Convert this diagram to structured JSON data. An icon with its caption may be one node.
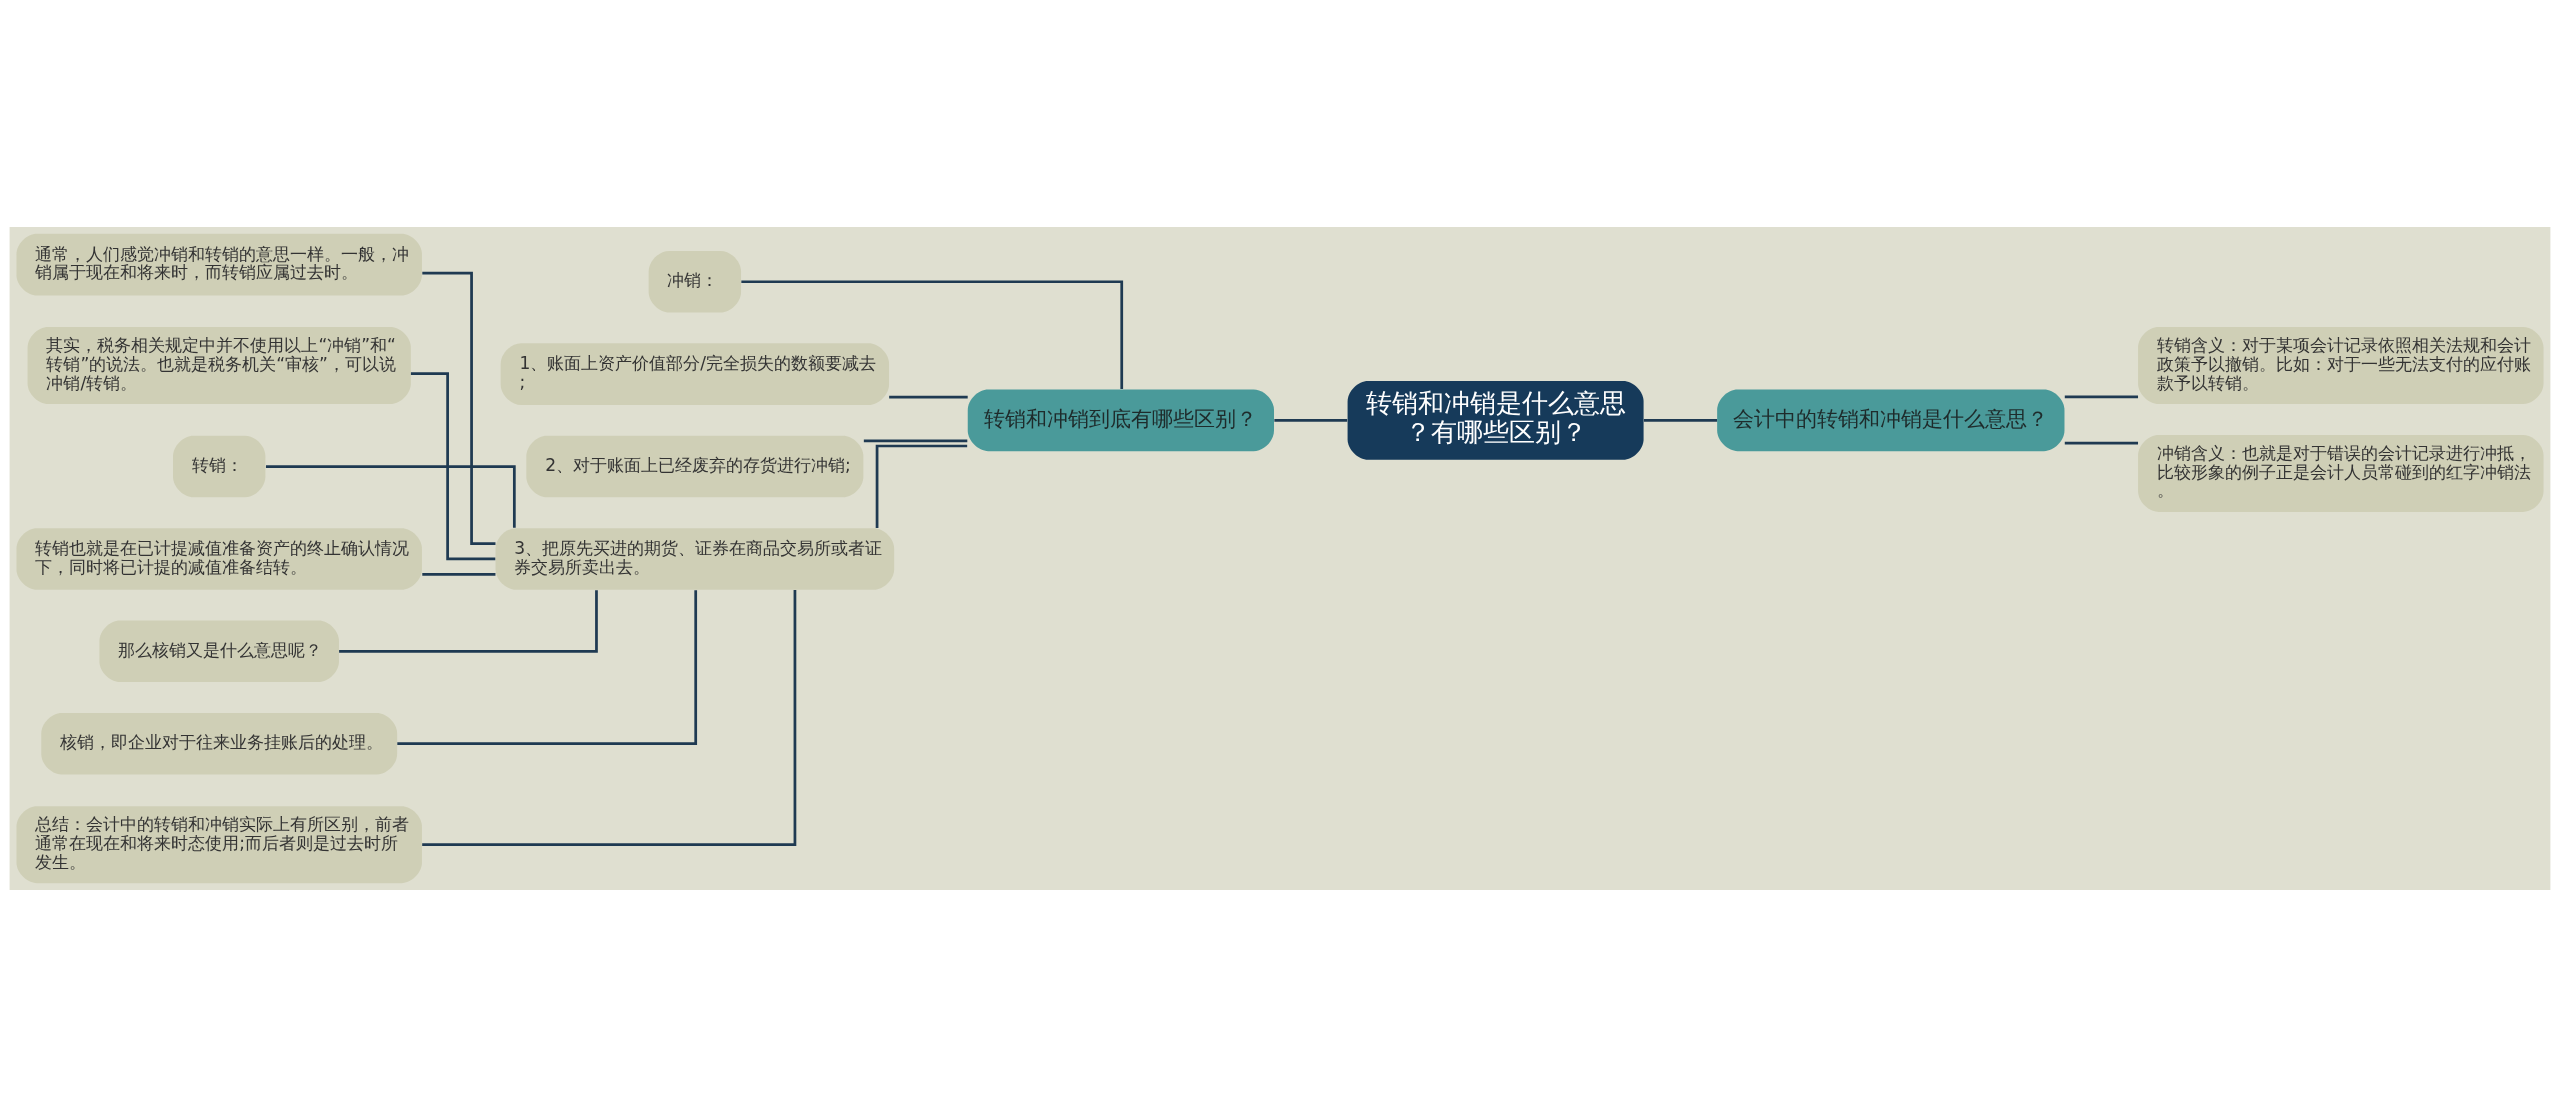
{
  "diagram": {
    "nodes": [
      {
        "text": [
          "转销和冲销是什么意思？有哪些区别？"
        ]
      },
      {
        "text": [
          "转销和冲销到底有哪些区别？"
        ]
      },
      {
        "text": [
          "冲销："
        ]
      },
      {
        "text": [
          "1、账面上资产价值部分/完全损失的数额要减去;"
        ]
      },
      {
        "text": [
          "2、对于账面上已经废弃的存货进行冲销;"
        ]
      },
      {
        "text": [
          "3、把原先买进的期货、证券在商品交易所或者证券交易所卖出去。"
        ]
      },
      {
        "text": [
          "通常，人们感觉冲销和转销的意思一样。一般，冲销属于现在和将来时，而转销应属过去时。"
        ]
      },
      {
        "text": [
          "其实，税务相关规定中并不使用以上“冲销”和“转销”的说法。也就是税务机关“审核”，可以说冲销/转销。"
        ]
      },
      {
        "text": [
          "转销："
        ]
      },
      {
        "text": [
          "转销也就是在已计提减值准备资产的终止确认情况下，同时将已计提的减值准备结转。"
        ]
      },
      {
        "text": [
          "那么核销又是什么意思呢？"
        ]
      },
      {
        "text": [
          "核销，即企业对于往来业务挂账后的处理。"
        ]
      },
      {
        "text": [
          "总结：会计中的转销和冲销实际上有所区别，前者通常在现在和将来时态使用;而后者则是过去时所发生。"
        ]
      },
      {
        "text": [
          "会计中的转销和冲销是什么意思？"
        ]
      },
      {
        "text": [
          "转销含义：对于某项会计记录依照相关法规和会计政策予以撤销。比如：对于一些无法支付的应付账款予以转销。"
        ]
      },
      {
        "text": [
          "冲销含义：也就是对于错误的会计记录进行冲抵，比较形象的例子正是会计人员常碰到的红字冲销法。"
        ]
      }
    ],
    "edges": [
      {
        "from": 0,
        "to": 1,
        "arrow": "none"
      },
      {
        "from": 1,
        "to": 2,
        "arrow": "none"
      },
      {
        "from": 1,
        "to": 3,
        "arrow": "none"
      },
      {
        "from": 1,
        "to": 4,
        "arrow": "none"
      },
      {
        "from": 1,
        "to": 5,
        "arrow": "none"
      },
      {
        "from": 5,
        "to": 6,
        "arrow": "none"
      },
      {
        "from": 5,
        "to": 7,
        "arrow": "none"
      },
      {
        "from": 5,
        "to": 8,
        "arrow": "none"
      },
      {
        "from": 5,
        "to": 9,
        "arrow": "none"
      },
      {
        "from": 5,
        "to": 10,
        "arrow": "none"
      },
      {
        "from": 5,
        "to": 11,
        "arrow": "none"
      },
      {
        "from": 5,
        "to": 12,
        "arrow": "none"
      },
      {
        "from": 0,
        "to": 13,
        "arrow": "none"
      },
      {
        "from": 13,
        "to": 14,
        "arrow": "none"
      },
      {
        "from": 13,
        "to": 15,
        "arrow": "none"
      }
    ]
  }
}
